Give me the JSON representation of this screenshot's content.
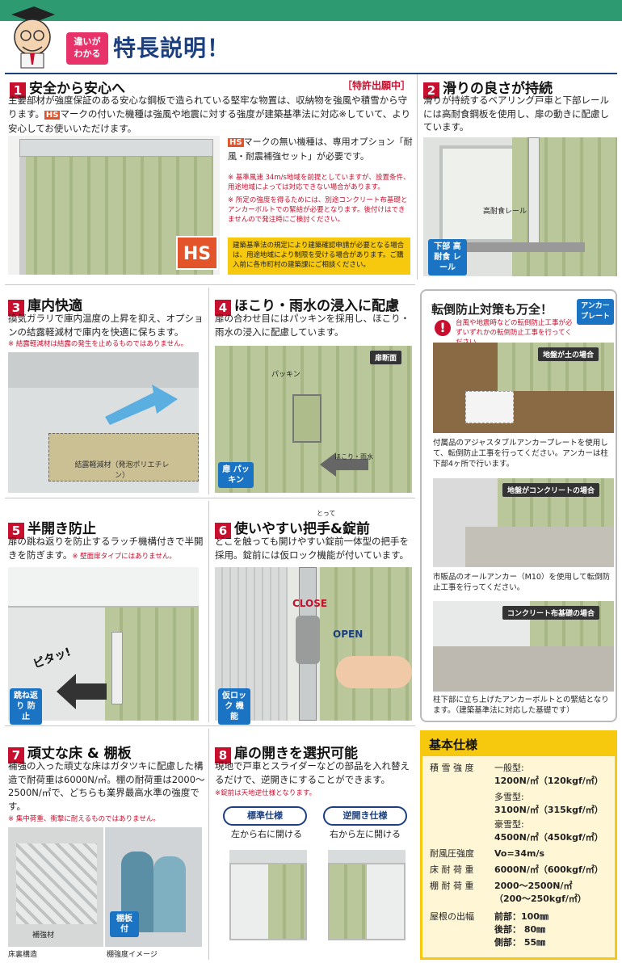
{
  "header": {
    "tag": "違いが わかる",
    "title": "特長説明！"
  },
  "s1": {
    "num": "1",
    "title": "安全から安心へ",
    "patent": "［特許出願中］",
    "body1": "主要部材が強度保証のある安心な鋼板で造られている堅牢な物置は、収納物を強風や積雪から守ります。",
    "hs_inline": "HS",
    "body2": "マークの付いた機種は強風や地震に対する強度が建築基準法に対応※していて、より安心してお使いいただけます。",
    "hs_note_mark": "HS",
    "hs_note": "マークの無い機種は、専用オプション「耐風・耐震補強セット」が必要です。",
    "note1": "※ 基準風速 34m/s地域を前提としていますが、設置条件、用途地域によっては対応できない場合があります。",
    "note2": "※ 所定の強度を得るためには、別途コンクリート布基礎とアンカーボルトでの緊結が必要となります。後付けはできませんので発注時にご検討ください。",
    "yellow": "建築基準法の規定により建築確認申請が必要となる場合は、用途地域により制限を受ける場合があります。ご購入前に各市町村の建築課にご相談ください。",
    "hs_badge": "HS"
  },
  "s2": {
    "num": "2",
    "title": "滑りの良さが持続",
    "body": "滑りが持続するベアリング戸車と下部レールには高耐食鋼板を使用し、扉の動きに配慮しています。",
    "rail_label": "高耐食レール",
    "badge": "下部 高耐食 レール"
  },
  "s3": {
    "num": "3",
    "title": "庫内快適",
    "body": "換気ガラリで庫内温度の上昇を抑え、オプションの結露軽減材で庫内を快適に保ちます。",
    "note": "※ 結露軽減材は結露の発生を止めるものではありません。",
    "label": "結露軽減材（発泡ポリエチレン）"
  },
  "s4": {
    "num": "4",
    "title": "ほこり・雨水の浸入に配慮",
    "body": "扉の合わせ目にはパッキンを採用し、ほこり・雨水の浸入に配慮しています。",
    "section_tag": "扉断面",
    "packing": "パッキン",
    "dust": "ほこり・雨水",
    "badge": "扉 パッキン"
  },
  "s5": {
    "num": "5",
    "title": "半開き防止",
    "body": "扉の跳ね返りを防止するラッチ機構付きで半開きを防ぎます。",
    "note": "※ 壁面扉タイプにはありません。",
    "sound": "ピタッ!",
    "badge": "跳ね返り 防止"
  },
  "s6": {
    "num": "6",
    "title": "使いやすい把手&錠前",
    "ruby": "とって",
    "body": "どこを触っても開けやすい錠前一体型の把手を採用。錠前には仮ロック機能が付いています。",
    "close": "CLOSE",
    "open": "OPEN",
    "badge": "仮ロック 機能"
  },
  "s7": {
    "num": "7",
    "title": "頑丈な床 & 棚板",
    "body": "補強の入った頑丈な床はガタツキに配慮した構造で耐荷重は6000N/㎡。棚の耐荷重は2000〜2500N/㎡で、どちらも業界最高水準の強度です。",
    "note": "※ 集中荷重、衝撃に耐えるものではありません。",
    "reinforce": "補強材",
    "cap1": "床裏構造",
    "cap2": "棚強度イメージ",
    "badge": "棚板付"
  },
  "s8": {
    "num": "8",
    "title": "扉の開きを選択可能",
    "body": "現地で戸車とスライダーなどの部品を入れ替えるだけで、逆開きにすることができます。",
    "note": "※錠前は天地逆仕様となります。",
    "std": "標準仕様",
    "std_sub": "左から右に開ける",
    "rev": "逆開き仕様",
    "rev_sub": "右から左に開ける"
  },
  "anchor": {
    "title": "転倒防止対策も万全！",
    "badge": "アンカー プレート",
    "warn": "台風や地震時などの転倒防止工事が必ずいずれかの転倒防止工事を行ってください。",
    "case1": "地盤が土の場合",
    "text1": "付属品のアジャスタブルアンカープレートを使用して、転倒防止工事を行ってください。アンカーは柱下部4ヶ所で行います。",
    "case2": "地盤がコンクリートの場合",
    "text2": "市販品のオールアンカー（M10）を使用して転倒防止工事を行ってください。",
    "case3": "コンクリート布基礎の場合",
    "text3": "柱下部に立ち上げたアンカーボルトとの緊結となります。（建築基準法に対応した基礎です）"
  },
  "spec": {
    "title": "基本仕様",
    "snow_label": "積 雪 強 度",
    "snow1_type": "一般型:",
    "snow1_val": "1200N/㎡（120kgf/㎡）",
    "snow2_type": "多雪型:",
    "snow2_val": "3100N/㎡（315kgf/㎡）",
    "snow3_type": "豪雪型:",
    "snow3_val": "4500N/㎡（450kgf/㎡）",
    "wind_label": "耐風圧強度",
    "wind_val": "Vo=34m/s",
    "floor_label": "床 耐 荷 重",
    "floor_val": "6000N/㎡（600kgf/㎡）",
    "shelf_label": "棚 耐 荷 重",
    "shelf_val1": "2000〜2500N/㎡",
    "shelf_val2": "（200〜250kgf/㎡）",
    "roof_label": "屋根の出幅",
    "roof1": "前部：100㎜",
    "roof2": "後部： 80㎜",
    "roof3": "側部： 55㎜"
  },
  "colors": {
    "accent": "#c8102e",
    "brand": "#1c3f80",
    "yellow": "#f6c80e",
    "green": "#2e9a72"
  }
}
